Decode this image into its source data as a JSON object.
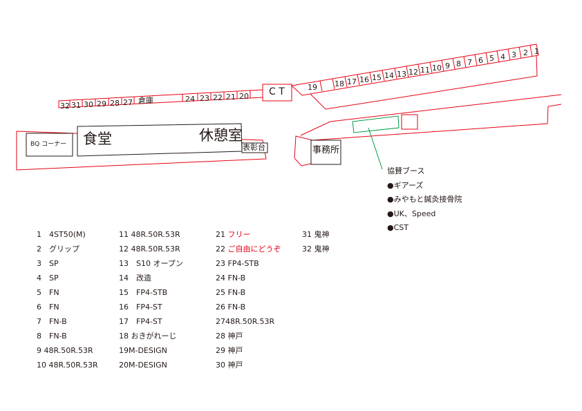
{
  "map": {
    "top_row": [
      "1",
      "2",
      "3",
      "4",
      "5",
      "6",
      "7",
      "8",
      "9",
      "10",
      "11",
      "12",
      "13",
      "14",
      "15",
      "16",
      "17",
      "18",
      "19"
    ],
    "ct": "C T",
    "left_row_numbers": [
      "20",
      "21",
      "22",
      "23",
      "24"
    ],
    "storage": "倉庫",
    "left_row_numbers_2": [
      "27",
      "28",
      "29",
      "30",
      "31",
      "32"
    ],
    "bq": "BQ コーナー",
    "shokudo": "食堂",
    "kyukeishitsu": "休憩室",
    "hyoshodai": "表彰台",
    "jimusho": "事務所",
    "line_color": "#e60012",
    "booth_color": "#009944"
  },
  "sponsor": {
    "title": "協賛ブース",
    "items": [
      "●ギアーズ",
      "●みやもと鍼灸接骨院",
      "●UK、Speed",
      "●CST"
    ]
  },
  "assignments": {
    "col1": [
      "1　4ST50(M)",
      "2　グリップ",
      "3　SP",
      "4　SP",
      "5　FN",
      "6　FN",
      "7　FN-B",
      "8　FN-B",
      "9 48R.50R.53R",
      "10  48R.50R.53R"
    ],
    "col2": [
      "11 48R.50R.53R",
      "12 48R.50R.53R",
      "13　S10 オープン",
      "14　改造",
      "15　FP4-STB",
      "16　FP4-ST",
      "17　FP4-ST",
      "18 おきがれーじ",
      "19M-DESIGN",
      "20M-DESIGN"
    ],
    "col3_21_num": "21 ",
    "col3_21_text": "フリー",
    "col3_22_num": "22 ",
    "col3_22_text": "ご自由にどうぞ",
    "col3": [
      "23  FP4-STB",
      "24 FN-B",
      "25  FN-B",
      "26  FN-B",
      "2748R.50R.53R",
      "28 神戸",
      "29 神戸",
      "30 神戸"
    ],
    "col4": [
      "31 鬼神",
      "32 鬼神"
    ]
  }
}
